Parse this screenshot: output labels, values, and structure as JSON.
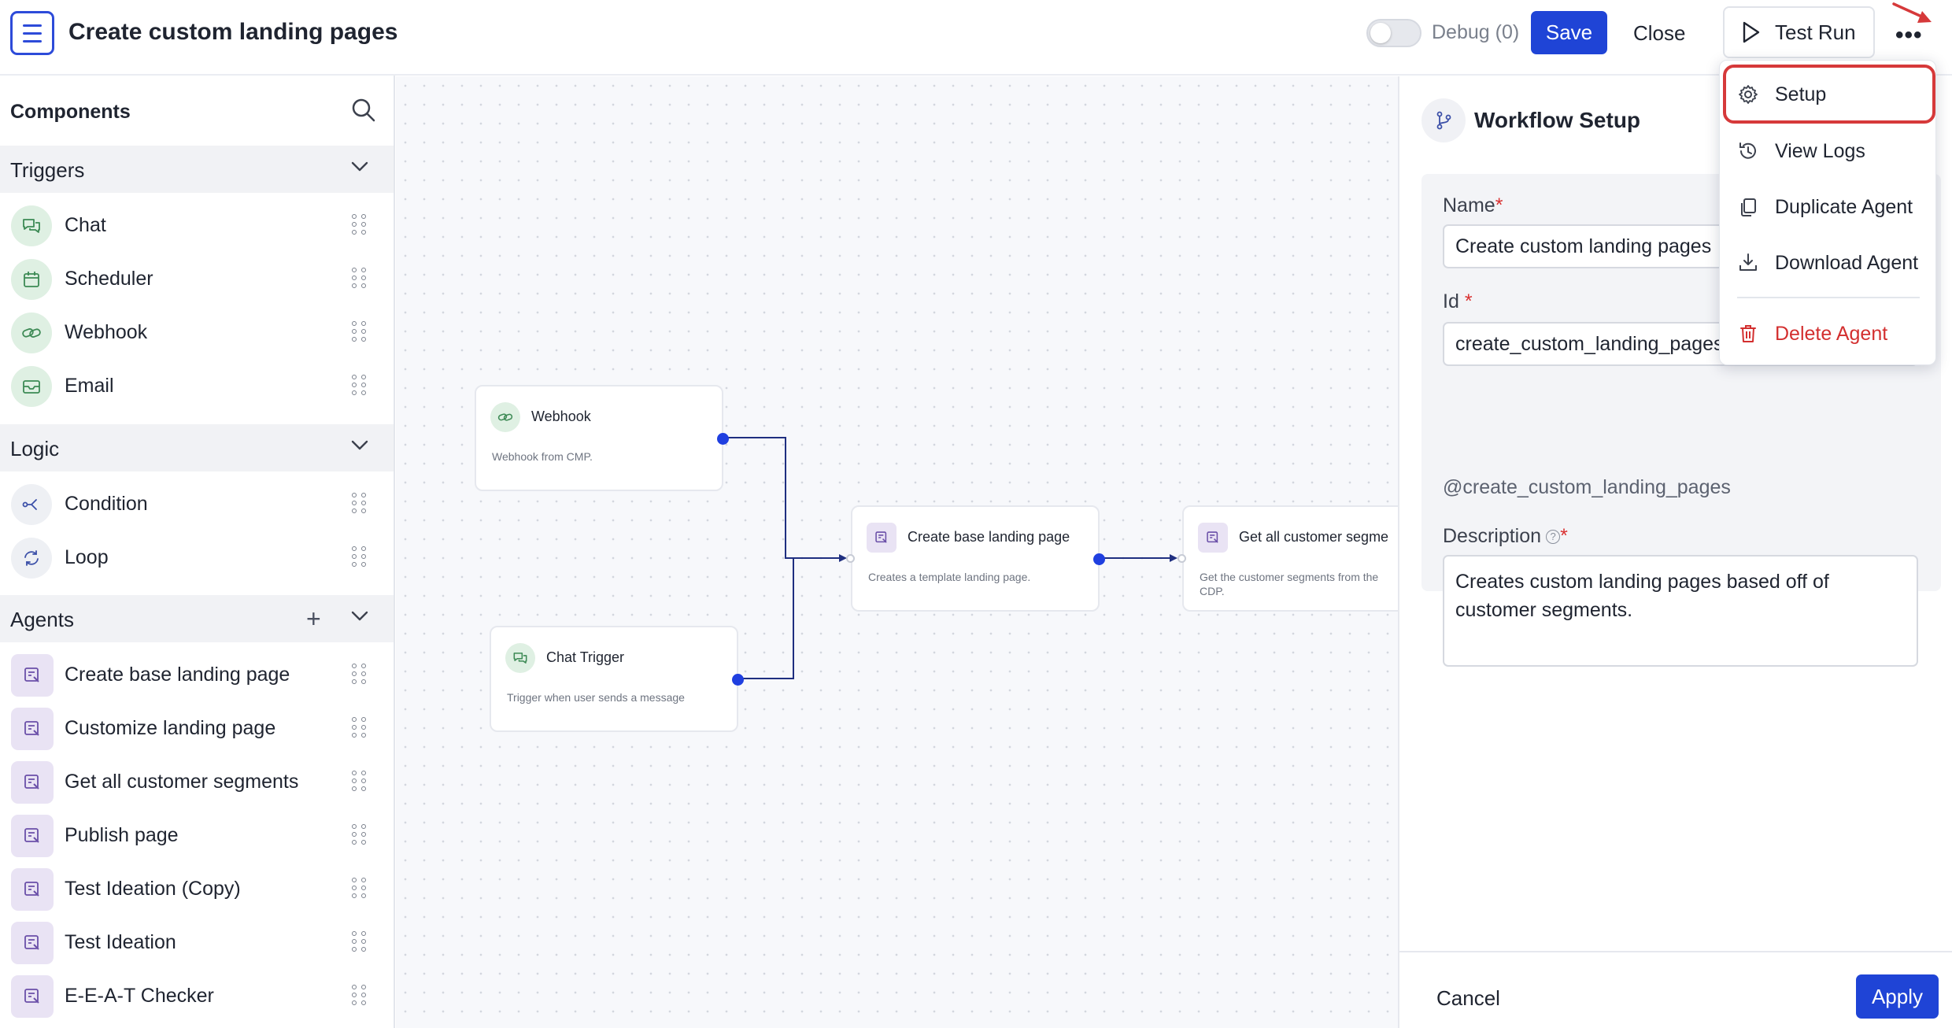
{
  "header": {
    "title": "Create custom landing pages",
    "debug_label": "Debug (0)",
    "save_label": "Save",
    "close_label": "Close",
    "test_run_label": "Test Run",
    "more_label": "•••"
  },
  "sidebar": {
    "title": "Components",
    "sections": {
      "triggers": {
        "label": "Triggers",
        "items": [
          "Chat",
          "Scheduler",
          "Webhook",
          "Email"
        ]
      },
      "logic": {
        "label": "Logic",
        "items": [
          "Condition",
          "Loop"
        ]
      },
      "agents": {
        "label": "Agents",
        "items": [
          "Create base landing page",
          "Customize landing page",
          "Get all customer segments",
          "Publish page",
          "Test Ideation (Copy)",
          "Test Ideation",
          "E-E-A-T Checker"
        ]
      }
    }
  },
  "canvas": {
    "nodes": [
      {
        "title": "Webhook",
        "desc": "Webhook from CMP."
      },
      {
        "title": "Chat Trigger",
        "desc": "Trigger when user sends a message"
      },
      {
        "title": "Create base landing page",
        "desc": "Creates a template landing page."
      },
      {
        "title": "Get all customer segme",
        "desc": "Get the customer segments from the CDP."
      }
    ]
  },
  "panel": {
    "title": "Workflow Setup",
    "name_label": "Name",
    "name_value": "Create custom landing pages",
    "id_label": "Id",
    "id_value": "create_custom_landing_pages",
    "handle": "@create_custom_landing_pages",
    "description_label": "Description",
    "description_value": "Creates custom landing pages based off of customer segments.",
    "required_mark": "*",
    "info_glyph": "?",
    "cancel_label": "Cancel",
    "apply_label": "Apply"
  },
  "dropdown": {
    "items": [
      "Setup",
      "View Logs",
      "Duplicate Agent",
      "Download Agent",
      "Delete Agent"
    ]
  },
  "colors": {
    "accent": "#1f44d6",
    "danger": "#d32f2f",
    "highlight": "#d6393a"
  }
}
